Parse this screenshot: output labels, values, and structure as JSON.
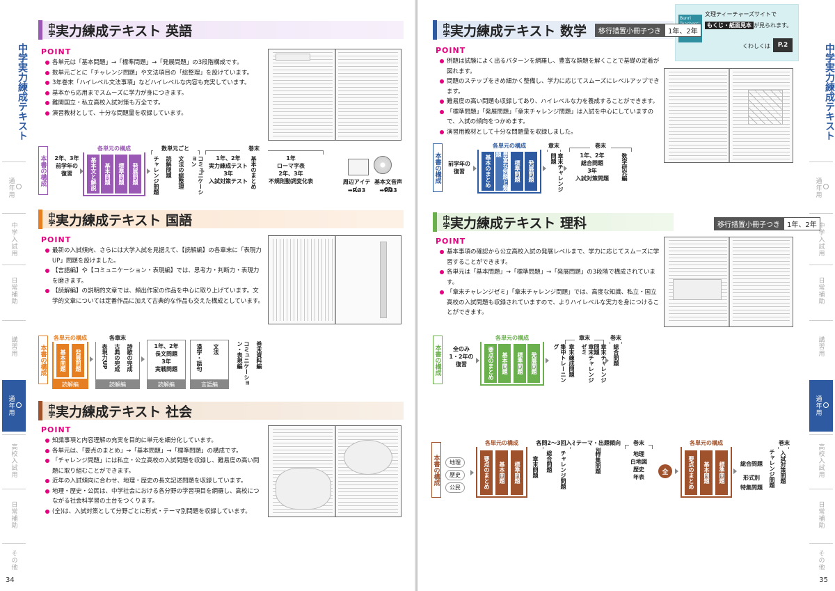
{
  "left_page": {
    "side_title": "中学実力練成テキスト",
    "tabs": [
      {
        "label": "通年用",
        "active": false
      },
      {
        "label": "中学入試用",
        "active": false
      },
      {
        "label": "日常補助",
        "active": false
      },
      {
        "label": "講習用",
        "active": false
      },
      {
        "label": "通年用",
        "active": true
      },
      {
        "label": "高校入試用",
        "active": false
      },
      {
        "label": "日常補助",
        "active": false
      },
      {
        "label": "その他",
        "active": false
      }
    ],
    "page_number": "34"
  },
  "right_page": {
    "side_title": "中学実力練成テキスト",
    "tabs": [
      {
        "label": "通年用",
        "active": false
      },
      {
        "label": "中学入試用",
        "active": false
      },
      {
        "label": "日常補助",
        "active": false
      },
      {
        "label": "講習用",
        "active": false
      },
      {
        "label": "通年用",
        "active": true
      },
      {
        "label": "高校入試用",
        "active": false
      },
      {
        "label": "日常補助",
        "active": false
      },
      {
        "label": "その他",
        "active": false
      }
    ],
    "page_number": "35"
  },
  "teachers_site": {
    "logo": "Bunri Teachers' Site",
    "line1": "文理ティーチャーズサイトで",
    "highlight": "もくじ・紙面見本",
    "line1_suffix": "が見られます。",
    "line2": "くわしくは",
    "page_ref": "P.2"
  },
  "sections": {
    "english": {
      "chu": "中学",
      "title": "実力練成テキスト 英語",
      "color": "#9b59b6",
      "point": "POINT",
      "bullets": [
        "各単元は「基本問題」→「標準問題」→「発展問題」の3段階構成です。",
        "数単元ごとに「チャレンジ問題」や文法項目の「総整理」を設けています。",
        "3年巻末「ハイレベル文法事項」などハイレベルな内容も充実しています。",
        "基本から応用までスムーズに学力が身につきます。",
        "難関国立・私立高校入試対策も万全です。",
        "演習教材として、十分な問題量を収録しています。"
      ],
      "flow": {
        "label": "本書の構成",
        "start": "2年、3年\n前学年の\n復習",
        "group_title": "各単元の構成",
        "units": [
          "基本文と解説",
          "基本問題",
          "標準問題",
          "発展問題"
        ],
        "bracket2": "数単元ごと",
        "mid": [
          "チャレンジ問題",
          "読解問題",
          "文法の総整理",
          "コミュニケーション"
        ],
        "bracket3": "巻末",
        "end1": "1年、2年\n実力練成テスト\n3年\n入試対策テスト",
        "end2": "基本のまとめ",
        "end3": "1年\nローマ字表\n2年、3年\n不規則動詞変化表"
      },
      "extras": {
        "item1": "周辺アイテム",
        "ref1": "➡P.33",
        "item2": "基本文音声CD",
        "ref2": "➡P.33"
      }
    },
    "japanese": {
      "chu": "中学",
      "title": "実力練成テキスト 国語",
      "color": "#e67e22",
      "point": "POINT",
      "bullets": [
        "最新の入試傾向、さらには大学入試を見据えて、【読解編】の各章末に「表現力UP」問題を設けました。",
        "【言語編】や【コミュニケーション・表現編】では、思考力・判断力・表現力を磨きます。",
        "【読解編】の説明的文章では、頻出作家の作品を中心に取り上げています。文学的文章については定番作品に加えて古典的な作品も交えた構成としています。"
      ],
      "flow": {
        "label": "本書の構成",
        "group1_title": "各単元の構成",
        "group1": [
          "基本問題",
          "発展問題"
        ],
        "group1_under": "読解編",
        "group2_title": "各章末",
        "group2": [
          "表現力UP",
          "古典の完成",
          "詩歌の完成"
        ],
        "group2_under": "読解編",
        "group3": "1年、2年\n長文問題\n3年\n実戦問題",
        "group3_under": "読解編",
        "group4": [
          "漢字・語句",
          "文法"
        ],
        "group4_under": "言語編",
        "comm": "コミュニケーション・表現編",
        "appendix": "巻末資料編"
      }
    },
    "social": {
      "chu": "中学",
      "title": "実力練成テキスト 社会",
      "color": "#a0522d",
      "point": "POINT",
      "bullets": [
        "知識事項と内容理解の充実を目的に単元を細分化しています。",
        "各単元は、「要点のまとめ」→「基本問題」→「標準問題」の構成です。",
        "「チャレンジ問題」には私立・公立高校の入試問題を収録し、難易度の高い問題に取り組むことができます。",
        "近年の入試傾向に合わせ、地理・歴史の長文記述問題を収録しています。",
        "地理・歴史・公民は、中学社会における各分野の学習項目を網羅し、高校につながる社会科学習の土台をつくります。",
        "(全)は、入試対策として分野ごとに形式・テーマ別問題を収録しています。"
      ],
      "flow": {
        "label": "本書の構成",
        "subjects": [
          "地理",
          "歴史",
          "公民"
        ],
        "group_title": "各単元の構成",
        "units": [
          "要点のまとめ",
          "基本問題",
          "標準問題"
        ],
        "after1": "章末問題",
        "bracket_a": "各問2〜3回入る",
        "a_items": [
          "総合問題",
          "チャレンジ問題"
        ],
        "bracket_b": "テーマ・出題傾向別",
        "b_item": "特集問題",
        "bracket_c": "巻末",
        "c_items": "地理\n白地図\n歴史\n年表",
        "zen": "全",
        "group2_title": "各単元の構成",
        "units2": [
          "要点のまとめ",
          "基本問題",
          "標準問題"
        ],
        "d_items": [
          "総合問題",
          "形式別",
          "特集問題"
        ],
        "e_item": "チャレンジ問題",
        "bracket_f": "巻末",
        "f_item": "入試対策問題"
      }
    },
    "math": {
      "chu": "中学",
      "title": "実力練成テキスト 数学",
      "color": "#2d5aa0",
      "badge": "移行措置小冊子つき",
      "grade": "1年、2年",
      "point": "POINT",
      "bullets": [
        "例題は試験によく出るパターンを網羅し、豊富な類題を解くことで基礎の定着が図れます。",
        "問題のステップをきめ細かく整備し、学力に応じてスムーズにレベルアップできます。",
        "難易度の高い問題も収録してあり、ハイレベルな力を養成することができます。",
        "「標準問題」「発展問題」「章末チャレンジ問題」は入試を中心にしていますので、入試の傾向をつかめます。",
        "演習用教材として十分な問題量を収録しました。"
      ],
      "flow": {
        "label": "本書の構成",
        "start": "前学年の\n復習",
        "group_title": "各単元の構成",
        "units": [
          "基本のまとめ",
          "豊富な例題と類題",
          "標準問題",
          "発展問題"
        ],
        "bracket2": "章末",
        "mid": "章末チャレンジ問題",
        "bracket3": "巻末",
        "end1": "1年、2年\n総合問題\n3年\n入試対策問題",
        "end2": "数学研究編"
      }
    },
    "science": {
      "chu": "中学",
      "title": "実力練成テキスト 理科",
      "color": "#6ab04c",
      "badge": "移行措置小冊子つき",
      "grade": "1年、2年",
      "point": "POINT",
      "bullets": [
        "基本事項の確認から公立高校入試の発展レベルまで、学力に応じてスムーズに学習することができます。",
        "各単元は「基本問題」→「標準問題」→「発展問題」の3段階で構成されています。",
        "「章末チャレンジゼミ」「章末チャレンジ問題」では、高度な知識、私立・国立高校の入試問題も収録されていますので、よりハイレベルな実力を身につけることができます。"
      ],
      "flow": {
        "label": "本書の構成",
        "start": "全のみ\n1・2年の\n復習",
        "group_title": "各単元の構成",
        "units": [
          "要点のまとめ",
          "基本問題",
          "標準問題",
          "発展問題"
        ],
        "mid1": "集中トレーニング",
        "bracket2": "章末",
        "mid2": [
          "章末練成問題",
          "章末チャレンジゼミ",
          "章末チャレンジ問題"
        ],
        "bracket3": "巻末",
        "end": "総合問題"
      }
    }
  }
}
